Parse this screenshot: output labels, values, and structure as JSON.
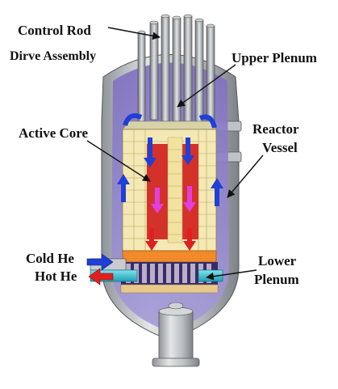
{
  "labels": {
    "control_rod_line1": "Control Rod",
    "control_rod_line2": "Dirve Assembly",
    "upper_plenum": "Upper Plenum",
    "active_core": "Active Core",
    "reactor_vessel_line1": "Reactor",
    "reactor_vessel_line2": "Vessel",
    "cold_he": "Cold He",
    "hot_he": "Hot He",
    "lower_plenum_line1": "Lower",
    "lower_plenum_line2": "Plenum"
  },
  "colors": {
    "vessel_shell": "#c9cccf",
    "vessel_interior": "#8e7bc9",
    "reflector_block": "#f4e9b4",
    "core_red": "#d4312a",
    "cold_flow_arrow": "#1f3fd6",
    "hot_flow_arrow": "#e02020",
    "inner_flow_arrow": "#e040e0",
    "control_rod": "#9aa0a6",
    "lower_blocks": "#f08a2a",
    "duct_cyan": "#36c6d9"
  }
}
